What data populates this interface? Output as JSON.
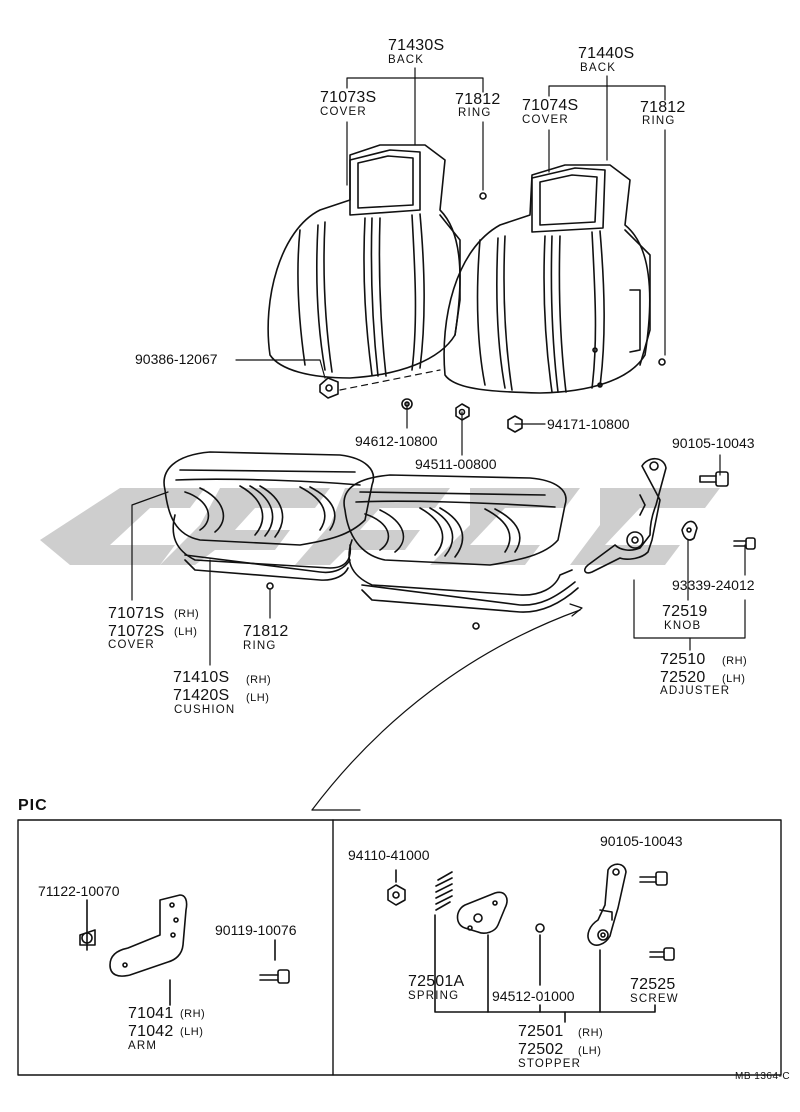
{
  "labels": {
    "back_rh_num": "71430S",
    "back_rh_name": "BACK",
    "back_lh_num": "71440S",
    "back_lh_name": "BACK",
    "cover_rh_num": "71073S",
    "cover_rh_name": "COVER",
    "cover_lh_num": "71074S",
    "cover_lh_name": "COVER",
    "ring1_num": "71812",
    "ring1_name": "RING",
    "ring2_num": "71812",
    "ring2_name": "RING",
    "ring3_num": "71812",
    "ring3_name": "RING",
    "bolt_90386": "90386-12067",
    "nut_94612": "94612-10800",
    "nut_94511": "94511-00800",
    "nut_94171": "94171-10800",
    "bolt_90105": "90105-10043",
    "screw_93339": "93339-24012",
    "cushion_cover_rh": "71071S",
    "cushion_cover_rh_sfx": "(RH)",
    "cushion_cover_lh": "71072S",
    "cushion_cover_lh_sfx": "(LH)",
    "cushion_cover_name": "COVER",
    "cushion_rh": "71410S",
    "cushion_rh_sfx": "(RH)",
    "cushion_lh": "71420S",
    "cushion_lh_sfx": "(LH)",
    "cushion_name": "CUSHION",
    "knob_num": "72519",
    "knob_name": "KNOB",
    "adj_rh": "72510",
    "adj_rh_sfx": "(RH)",
    "adj_lh": "72520",
    "adj_lh_sfx": "(LH)",
    "adj_name": "ADJUSTER"
  },
  "pic": {
    "title": "PIC",
    "nut_71122": "71122-10070",
    "bolt_90119": "90119-10076",
    "arm_rh": "71041",
    "arm_rh_sfx": "(RH)",
    "arm_lh": "71042",
    "arm_lh_sfx": "(LH)",
    "arm_name": "ARM",
    "nut_94110": "94110-41000",
    "bolt_90105": "90105-10043",
    "spring_num": "72501A",
    "spring_name": "SPRING",
    "nut_94512": "94512-01000",
    "screw_num": "72525",
    "screw_name": "SCREW",
    "stopper_rh": "72501",
    "stopper_rh_sfx": "(RH)",
    "stopper_lh": "72502",
    "stopper_lh_sfx": "(LH)",
    "stopper_name": "STOPPER"
  },
  "code": "MB 1364-C"
}
